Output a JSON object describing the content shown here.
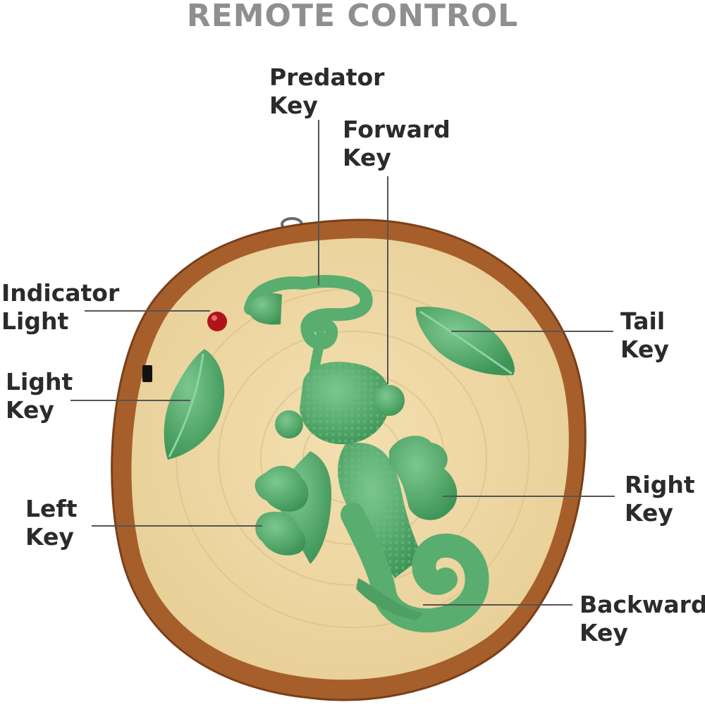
{
  "title": "REMOTE CONTROL",
  "labels": {
    "predator": {
      "line1": "Predator",
      "line2": "Key"
    },
    "forward": {
      "line1": "Forward",
      "line2": "Key"
    },
    "indicator": {
      "line1": "Indicator",
      "line2": "Light"
    },
    "tail": {
      "line1": "Tail",
      "line2": "Key"
    },
    "light": {
      "line1": "Light",
      "line2": "Key"
    },
    "left": {
      "line1": "Left",
      "line2": "Key"
    },
    "right": {
      "line1": "Right",
      "line2": "Key"
    },
    "backward": {
      "line1": "Backward",
      "line2": "Key"
    }
  },
  "colors": {
    "bark": "#a65f2b",
    "wood_face": "#efd8a4",
    "key_green": "#58ad6f",
    "indicator_red": "#b0141a",
    "leader_line": "#555555",
    "label_text": "#2b2b2b",
    "title_text": "#8f8f8f"
  }
}
